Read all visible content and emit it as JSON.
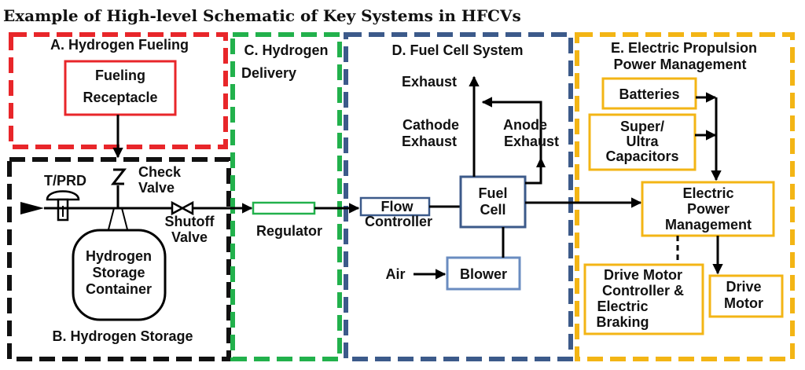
{
  "title": "Example of High-level Schematic of Key Systems in HFCVs",
  "colors": {
    "red": "#e8262a",
    "black": "#111111",
    "green": "#22b14c",
    "blue": "#3c5a8a",
    "yellow": "#f3b515"
  },
  "sections": {
    "hydrogen_fueling": "A.  Hydrogen Fueling",
    "hydrogen_storage": "B. Hydrogen Storage",
    "hydrogen_delivery": [
      "C. Hydrogen",
      "Delivery"
    ],
    "fuel_cell_system": "D.  Fuel Cell System",
    "electric_propulsion": [
      "E. Electric Propulsion",
      "Power Management"
    ]
  },
  "components": {
    "fueling_receptacle": [
      "Fueling",
      "Receptacle"
    ],
    "tprd": "T/PRD",
    "check_valve": [
      "Check",
      "Valve"
    ],
    "shutoff_valve": [
      "Shutoff",
      "Valve"
    ],
    "storage_container": [
      "Hydrogen",
      "Storage",
      "Container"
    ],
    "regulator": "Regulator",
    "flow_controller": [
      "Flow",
      "Controller"
    ],
    "fuel_cell": [
      "Fuel",
      "Cell"
    ],
    "blower": "Blower",
    "air": "Air",
    "exhaust": "Exhaust",
    "cathode_exhaust": [
      "Cathode",
      "Exhaust"
    ],
    "anode_exhaust": [
      "Anode",
      "Exhaust"
    ],
    "batteries": "Batteries",
    "capacitors": [
      "Super/",
      "Ultra",
      "Capacitors"
    ],
    "power_management": [
      "Electric",
      "Power",
      "Management"
    ],
    "drive_motor_controller": [
      "Drive Motor",
      "Controller &",
      "Electric",
      "Braking"
    ],
    "drive_motor": [
      "Drive",
      "Motor"
    ]
  }
}
